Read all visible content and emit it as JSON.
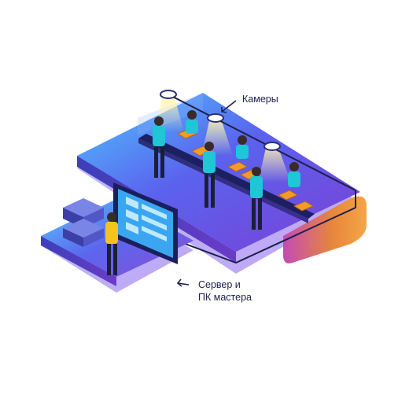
{
  "labels": {
    "cameras": "Камеры",
    "server_line1": "Сервер и",
    "server_line2": "ПК мастера"
  },
  "colors": {
    "label_text": "#1d1f4e",
    "arrow": "#1d1f4e",
    "platform_top": "#5b6af0",
    "platform_glow": "#4fd2ff",
    "worker_shirt": "#1fc6d6",
    "master_shirt": "#f6c21c",
    "trays": "#f29b2a",
    "conveyor_wall": "#e8873a"
  },
  "icons": {
    "cameras": "ceiling-camera-icon",
    "server": "server-rack-icon",
    "monitor": "dashboard-monitor-icon"
  }
}
